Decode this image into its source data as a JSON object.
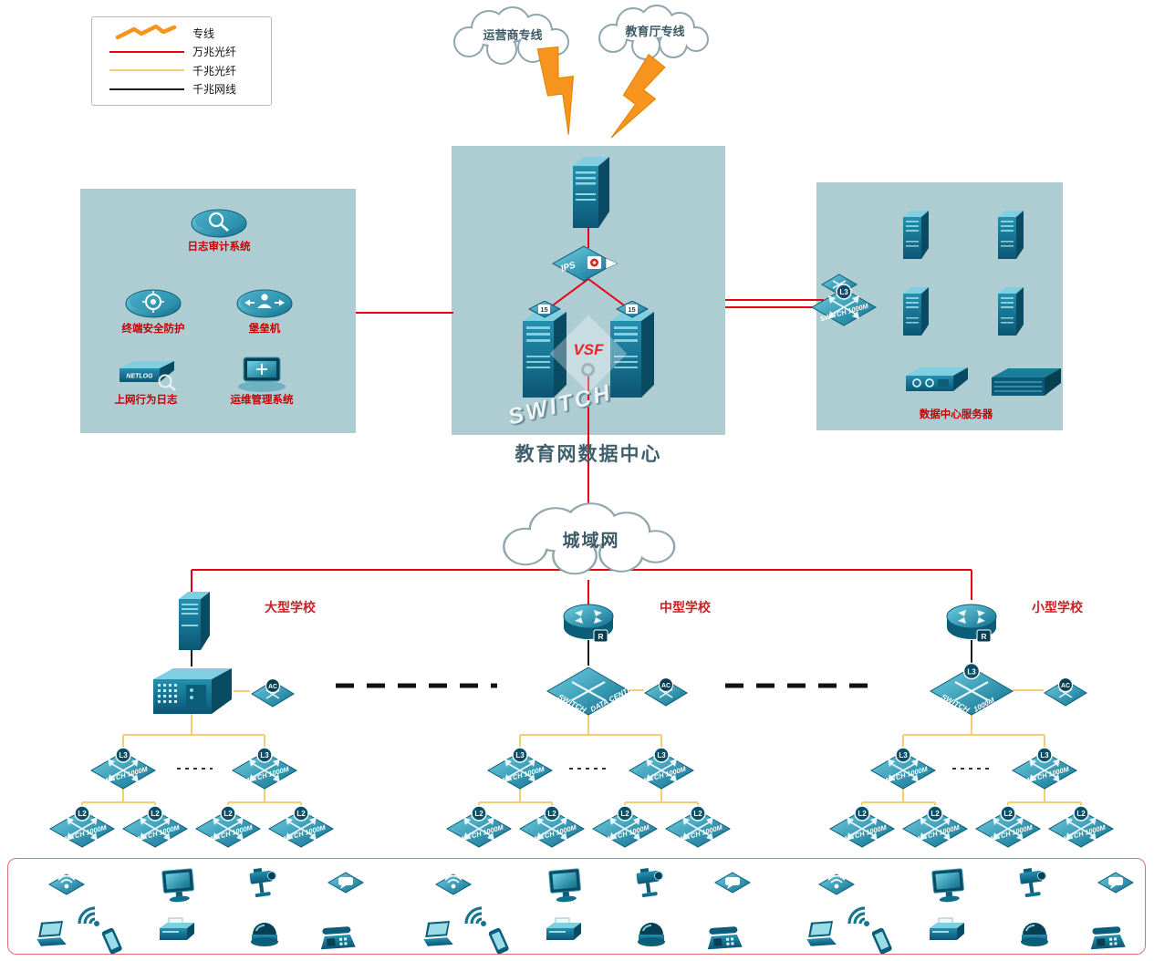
{
  "legend": {
    "items": [
      {
        "label": "专线"
      },
      {
        "label": "万兆光纤",
        "color": "#e60012"
      },
      {
        "label": "千兆光纤",
        "color": "#f2cf6f"
      },
      {
        "label": "千兆网线",
        "color": "#1a1a1a"
      }
    ]
  },
  "clouds": {
    "carrier": "运营商专线",
    "education": "教育厅专线",
    "man": "城域网"
  },
  "datacenter": {
    "title": "教育网数据中心",
    "ips": "IPS",
    "vsf": "VSF",
    "switch_word": "SWITCH",
    "tower_badge": "15"
  },
  "security_zone": {
    "audit": "日志审计系统",
    "endpoint": "终端安全防护",
    "bastion": "堡垒机",
    "netlog_label": "上网行为日志",
    "netlog_tag": "NETLOG",
    "ops": "运维管理系统"
  },
  "server_zone": {
    "caption": "数据中心服务器"
  },
  "switches": {
    "label": "SWITCH 1000M",
    "word_switch": "SWITCH",
    "word_1000m": "1000M",
    "word_datacenter": "DATA CENTER",
    "l3": "L3",
    "l2": "L2",
    "ac": "AC",
    "r": "R"
  },
  "schools": [
    {
      "name": "大型学校"
    },
    {
      "name": "中型学校"
    },
    {
      "name": "小型学校"
    }
  ],
  "terminals": [
    "wlan-ap",
    "wifi-signal",
    "laptop",
    "smartphone",
    "pc-monitor",
    "printer",
    "ptz-camera",
    "dome-camera",
    "chat-terminal",
    "fax-phone"
  ]
}
